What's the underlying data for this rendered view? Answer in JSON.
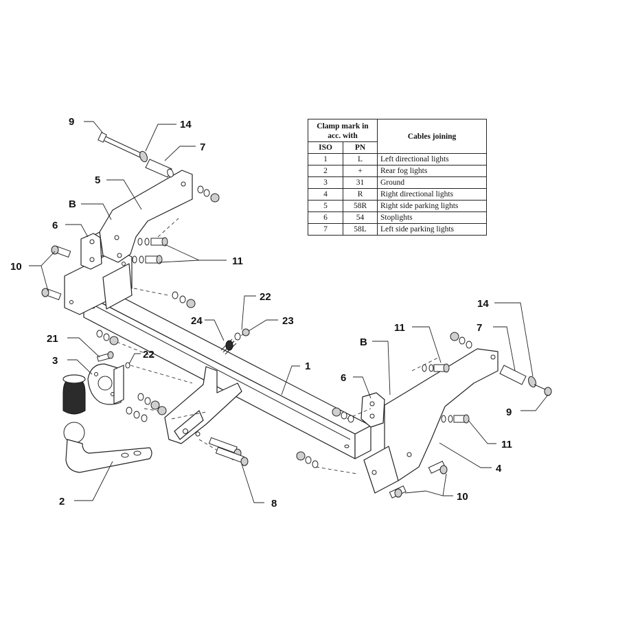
{
  "callouts": {
    "c1": "1",
    "c2": "2",
    "c3": "3",
    "c4": "4",
    "c5": "5",
    "c6a": "6",
    "c6b": "6",
    "c7a": "7",
    "c7b": "7",
    "c8": "8",
    "c9a": "9",
    "c9b": "9",
    "c10a": "10",
    "c10b": "10",
    "c11a": "11",
    "c11b": "11",
    "c11c": "11",
    "c14a": "14",
    "c14b": "14",
    "c21": "21",
    "c22a": "22",
    "c22b": "22",
    "c23": "23",
    "c24": "24",
    "cBa": "B",
    "cBb": "B"
  },
  "table": {
    "header": {
      "clamp": "Clamp mark in acc. with",
      "cables": "Cables joining",
      "iso": "ISO",
      "pn": "PN"
    },
    "rows": [
      {
        "iso": "1",
        "pn": "L",
        "desc": "Left directional lights"
      },
      {
        "iso": "2",
        "pn": "+",
        "desc": "Rear fog lights"
      },
      {
        "iso": "3",
        "pn": "31",
        "desc": "Ground"
      },
      {
        "iso": "4",
        "pn": "R",
        "desc": "Right directional lights"
      },
      {
        "iso": "5",
        "pn": "58R",
        "desc": "Right side parking lights"
      },
      {
        "iso": "6",
        "pn": "54",
        "desc": "Stoplights"
      },
      {
        "iso": "7",
        "pn": "58L",
        "desc": "Left side parking lights"
      }
    ]
  }
}
